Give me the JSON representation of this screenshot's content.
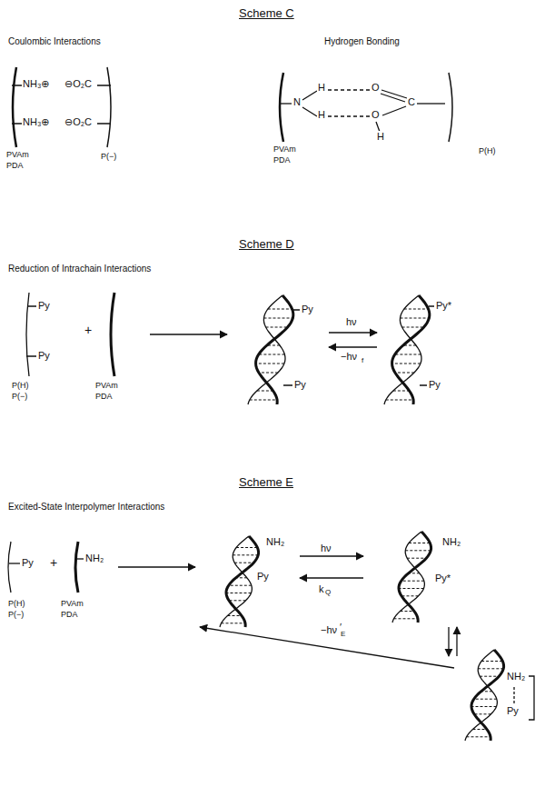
{
  "diagram": {
    "labels": [
      "Scheme C",
      "Coulombic Interactions",
      "Hydrogen Bonding",
      "NH₃⊕",
      "⊖O₂C",
      "NH₃⊕",
      "⊖O₂C",
      "PVAm",
      "PDA",
      "P(−)",
      "N",
      "H",
      "H",
      "O",
      "C",
      "O",
      "H",
      "PVAm",
      "PDA",
      "P(H)",
      "Scheme D",
      "Reduction of Intrachain Interactions",
      "Py",
      "Py",
      "+",
      "P(H)",
      "P(−)",
      "PVAm",
      "PDA",
      "Py",
      "Py",
      "hν",
      "−hν",
      "f",
      "Py*",
      "Py",
      "Scheme E",
      "Excited-State Interpolymer Interactions",
      "Py",
      "+",
      "NH₂",
      "P(H)",
      "P(−)",
      "PVAm",
      "PDA",
      "NH₂",
      "Py",
      "hν",
      "k",
      "Q",
      "NH₂",
      "Py*",
      "NH₂",
      "Py",
      "−hν",
      "′",
      "E"
    ]
  }
}
